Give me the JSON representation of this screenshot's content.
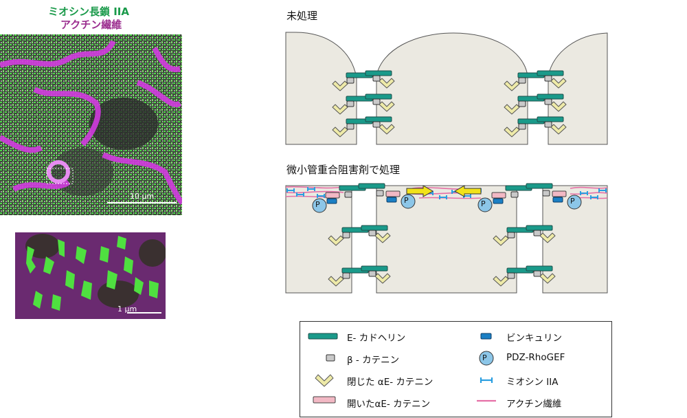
{
  "micro_labels": {
    "line1": "ミオシン長鎖 IIA",
    "line2": "アクチン繊維",
    "scale_main": "10 µm",
    "scale_inset": "1 µm"
  },
  "panels": {
    "untreated_title": "未処理",
    "treated_title": "微小管重合阻害剤で処理"
  },
  "markers": {
    "p_label": "P"
  },
  "legend": {
    "items": [
      {
        "label": "E- カドヘリン"
      },
      {
        "label": "β - カテニン"
      },
      {
        "label": "閉じた αE- カテニン"
      },
      {
        "label": "開いたαE- カテニン"
      },
      {
        "label": "ビンキュリン"
      },
      {
        "label": "PDZ-RhoGEF"
      },
      {
        "label": "ミオシン IIA"
      },
      {
        "label": "アクチン繊維"
      }
    ]
  },
  "colors": {
    "cadherin": "#1a9a8a",
    "beta_catenin": "#c9c9c9",
    "closed_alpha": "#eeeaa8",
    "open_alpha": "#f2b8c4",
    "vinculin": "#1b7fc4",
    "rhogef": "#8cc6e8",
    "myosin": "#2a9ee0",
    "actin": "#e56fa6",
    "cell": "#ebe9e1",
    "arrow": "#f2e21a"
  }
}
